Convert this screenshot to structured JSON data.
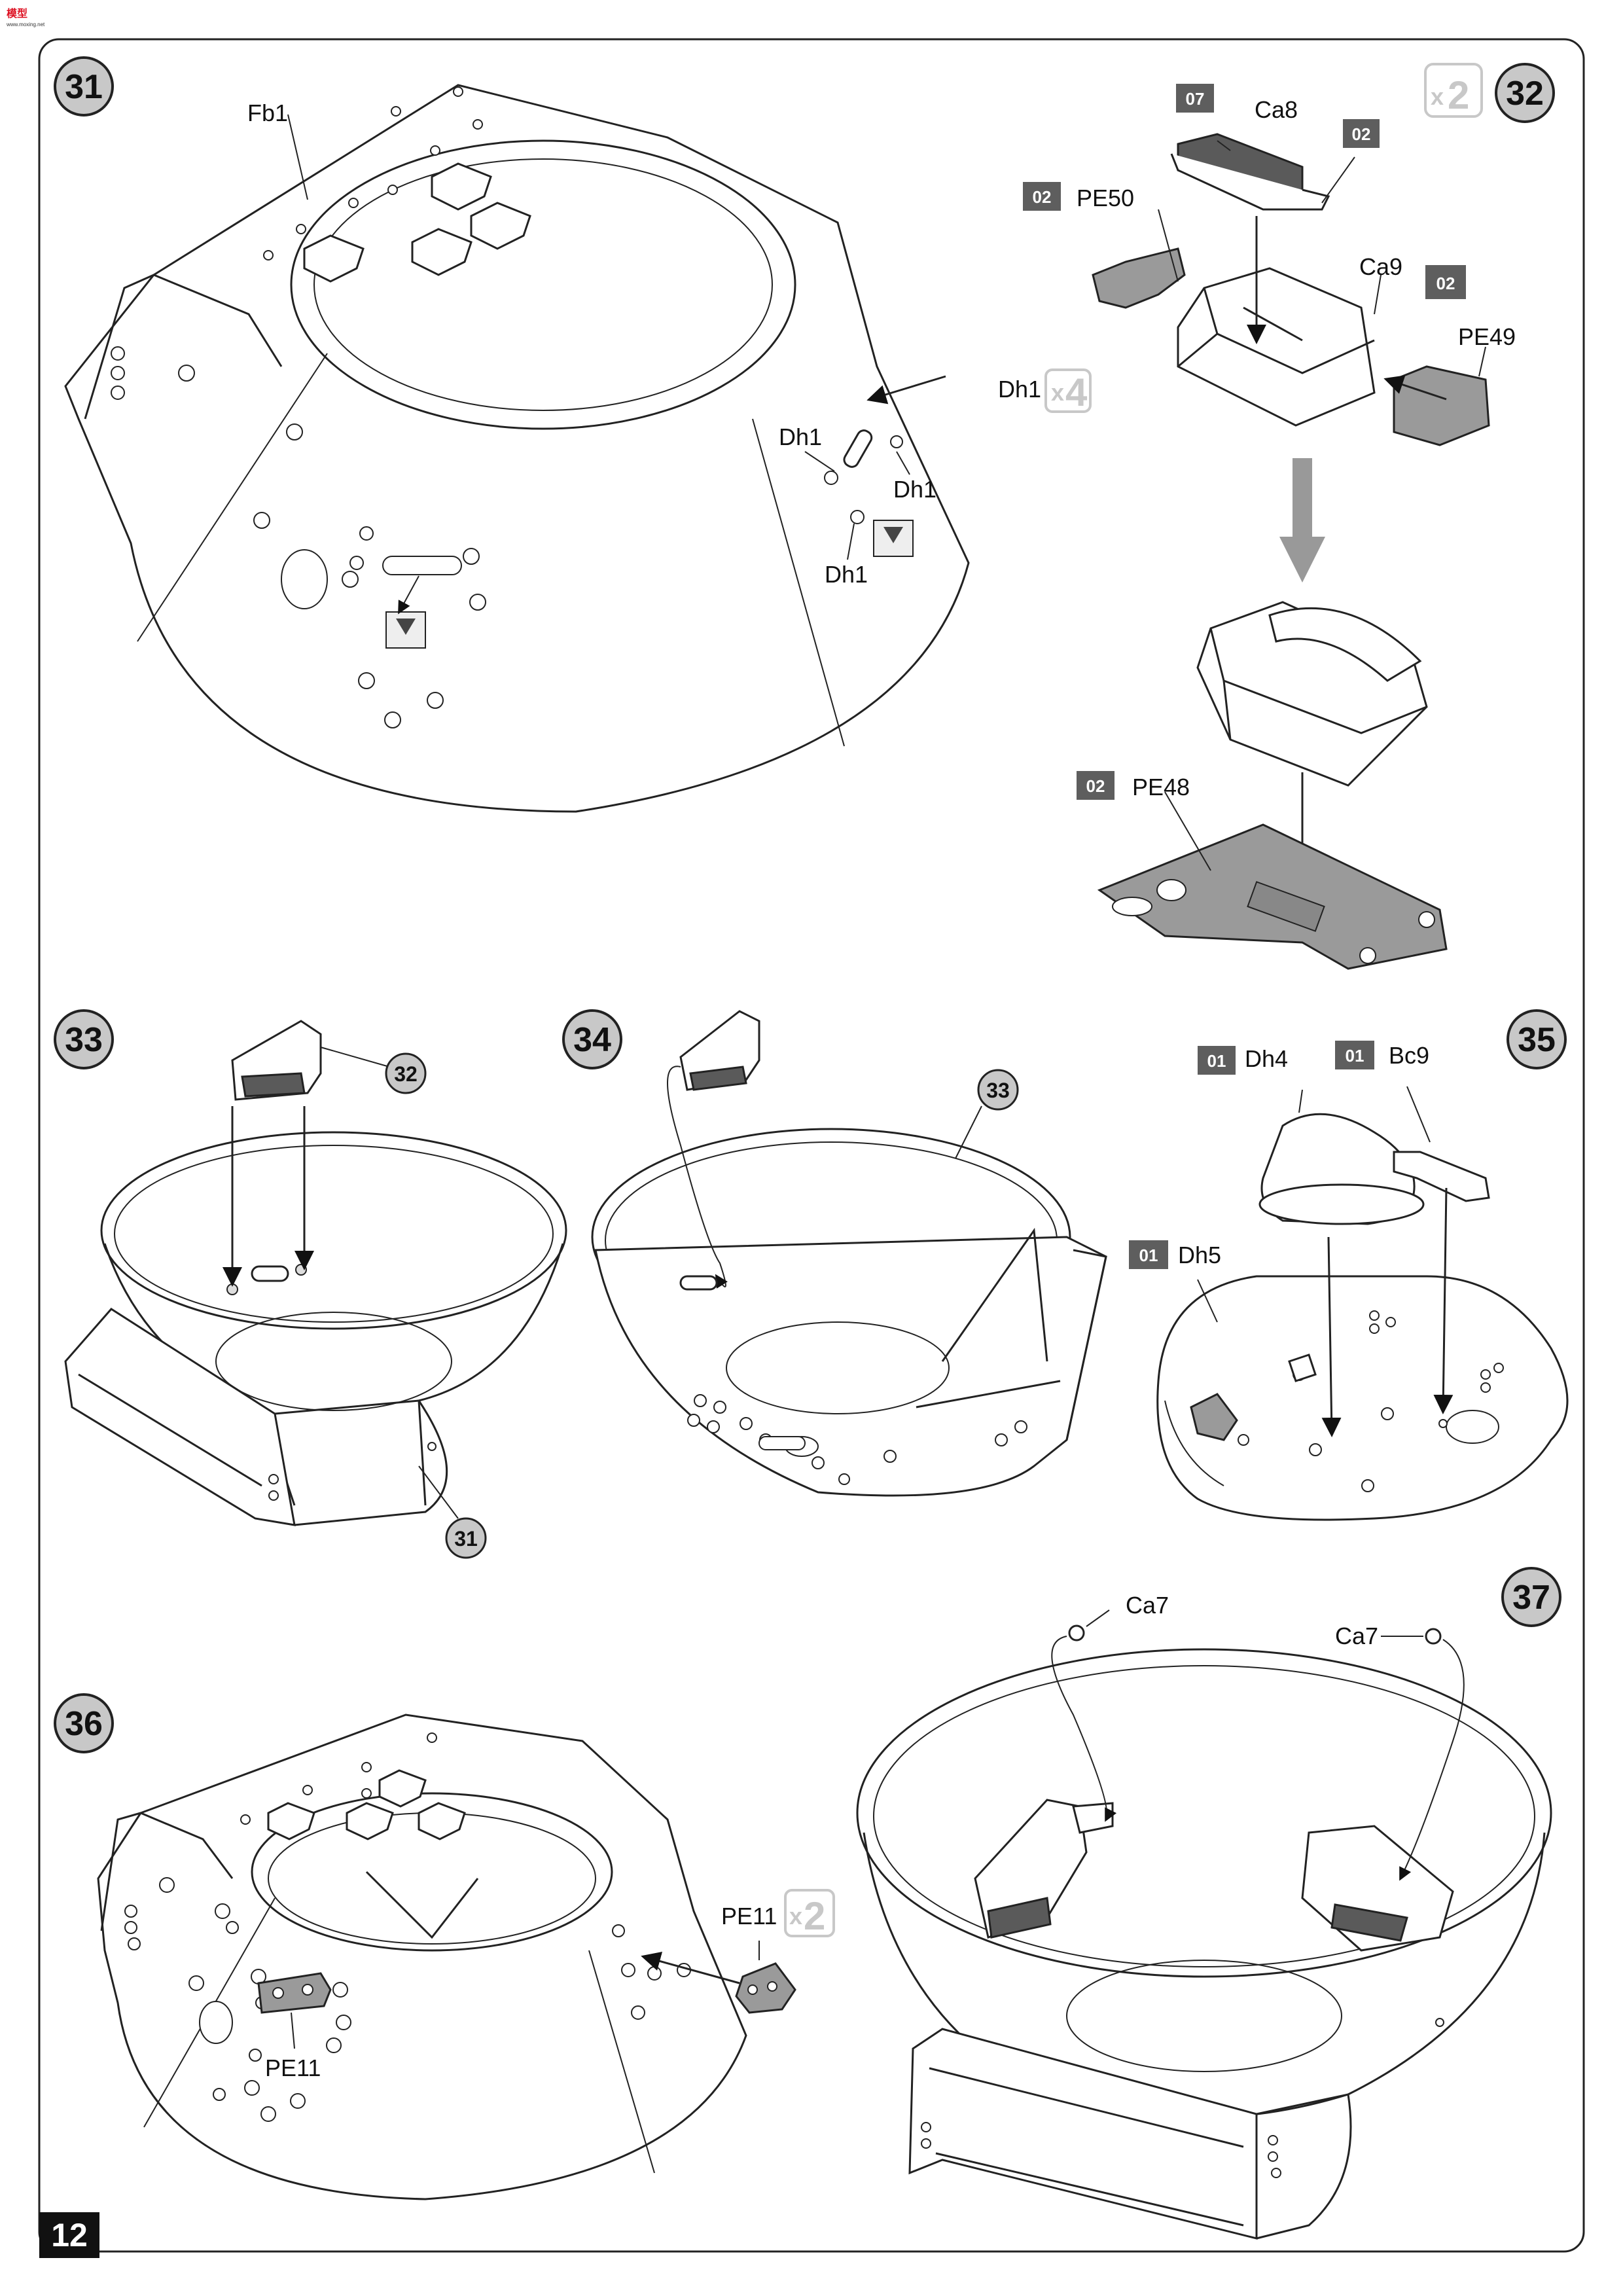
{
  "logo": {
    "text": "模型",
    "subtext": "www.moxing.net"
  },
  "page_number": "12",
  "colors": {
    "circle_fill": "#c8c8c8",
    "sprue_box": "#5e5e5e",
    "multiplier": "#c8c8c8",
    "arrow": "#999999"
  },
  "steps": [
    {
      "number": "31",
      "labels": {
        "fb1": "Fb1",
        "dh1_a": "Dh1",
        "dh1_b": "Dh1",
        "dh1_c": "Dh1",
        "dh1_d": "Dh1"
      },
      "multiplier": {
        "prefix": "x",
        "count": "4"
      }
    },
    {
      "number": "32",
      "multiplier": {
        "prefix": "x",
        "count": "2"
      },
      "labels": {
        "ca8": "Ca8",
        "ca9": "Ca9",
        "pe50": "PE50",
        "pe49": "PE49",
        "pe48": "PE48"
      },
      "sprues": {
        "ca8": "07",
        "ca8_b": "02",
        "pe50": "02",
        "ca9": "02",
        "pe48": "02"
      }
    },
    {
      "number": "33",
      "refs": {
        "sub": "32",
        "base": "31"
      }
    },
    {
      "number": "34",
      "refs": {
        "base": "33"
      }
    },
    {
      "number": "35",
      "labels": {
        "dh4": "Dh4",
        "bc9": "Bc9",
        "dh5": "Dh5"
      },
      "sprues": {
        "dh4": "01",
        "bc9": "01",
        "dh5": "01"
      }
    },
    {
      "number": "36",
      "labels": {
        "pe11_a": "PE11",
        "pe11_b": "PE11"
      },
      "multiplier": {
        "prefix": "x",
        "count": "2"
      }
    },
    {
      "number": "37",
      "labels": {
        "ca7_a": "Ca7",
        "ca7_b": "Ca7"
      }
    }
  ]
}
